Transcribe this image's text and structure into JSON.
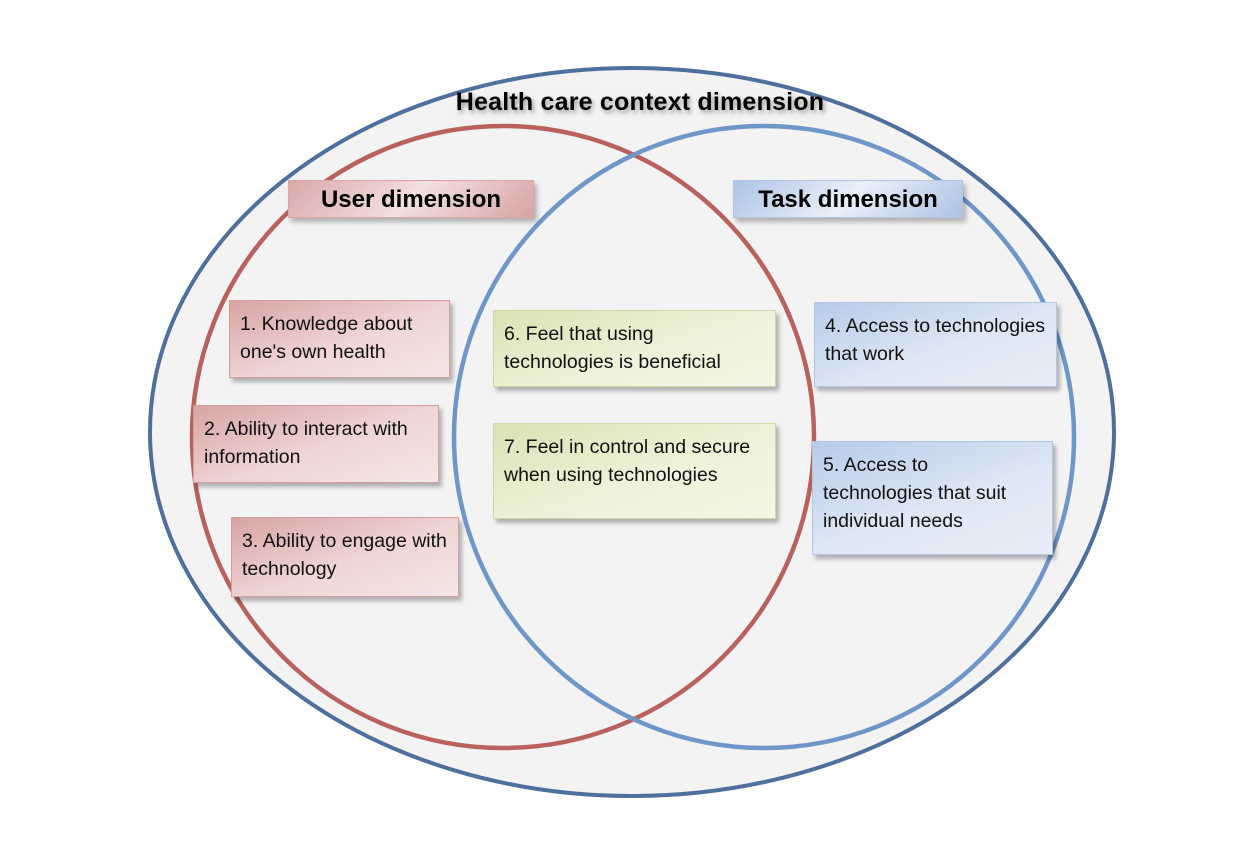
{
  "diagram": {
    "type": "venn",
    "title": "Health care context dimension",
    "colors": {
      "outer_stroke": "#4f6f9c",
      "outer_fill": "#f3f3f3",
      "user_stroke": "#b8615d",
      "task_stroke": "#6f96c8",
      "user_box": "#e8c2c1",
      "shared_box": "#e6ecc8",
      "task_box": "#d2def0"
    },
    "sets": [
      {
        "id": "user",
        "label": "User dimension"
      },
      {
        "id": "task",
        "label": "Task dimension"
      }
    ],
    "items": [
      {
        "id": "1",
        "set": "user",
        "text": "1. Knowledge about one's own health"
      },
      {
        "id": "2",
        "set": "user",
        "text": "2. Ability to interact with information"
      },
      {
        "id": "3",
        "set": "user",
        "text": "3. Ability to engage with technology"
      },
      {
        "id": "4",
        "set": "task",
        "text": "4. Access to technologies that work"
      },
      {
        "id": "5",
        "set": "task",
        "text": "5. Access to technologies that suit individual needs"
      },
      {
        "id": "6",
        "set": "both",
        "text": "6. Feel that using technologies is beneficial"
      },
      {
        "id": "7",
        "set": "both",
        "text": "7. Feel in control and secure when using technologies"
      }
    ]
  }
}
